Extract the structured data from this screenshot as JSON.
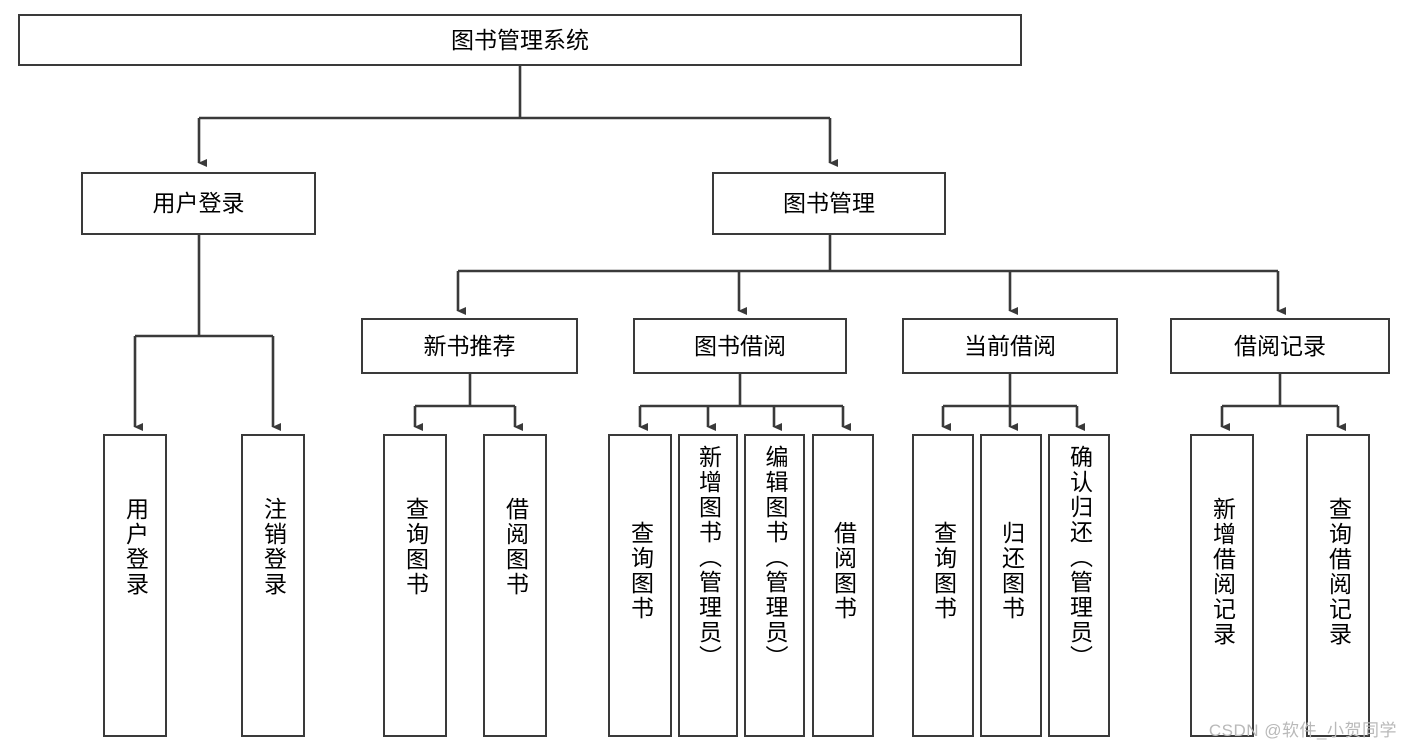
{
  "diagram": {
    "title": "图书管理系统",
    "watermark": "CSDN @软件_小贺同学",
    "line_color": "#3a3a3a",
    "box_border_color": "#3a3a3a",
    "box_fill_color": "#ffffff",
    "text_color": "#000000",
    "watermark_color": "#b9b9b9",
    "root": {
      "label": "图书管理系统"
    },
    "level2": [
      {
        "label": "用户登录"
      },
      {
        "label": "图书管理"
      }
    ],
    "level3": [
      {
        "label": "新书推荐"
      },
      {
        "label": "图书借阅"
      },
      {
        "label": "当前借阅"
      },
      {
        "label": "借阅记录"
      }
    ],
    "leaves": {
      "user_login": [
        {
          "label": "用户登录"
        },
        {
          "label": "注销登录"
        }
      ],
      "new_book_recommend": [
        {
          "label": "查询图书"
        },
        {
          "label": "借阅图书"
        }
      ],
      "book_borrow": [
        {
          "label": "查询图书"
        },
        {
          "label": "新增图书（管理员）"
        },
        {
          "label": "编辑图书（管理员）"
        },
        {
          "label": "借阅图书"
        }
      ],
      "current_borrow": [
        {
          "label": "查询图书"
        },
        {
          "label": "归还图书"
        },
        {
          "label": "确认归还（管理员）"
        }
      ],
      "borrow_record": [
        {
          "label": "新增借阅记录"
        },
        {
          "label": "查询借阅记录"
        }
      ]
    }
  }
}
